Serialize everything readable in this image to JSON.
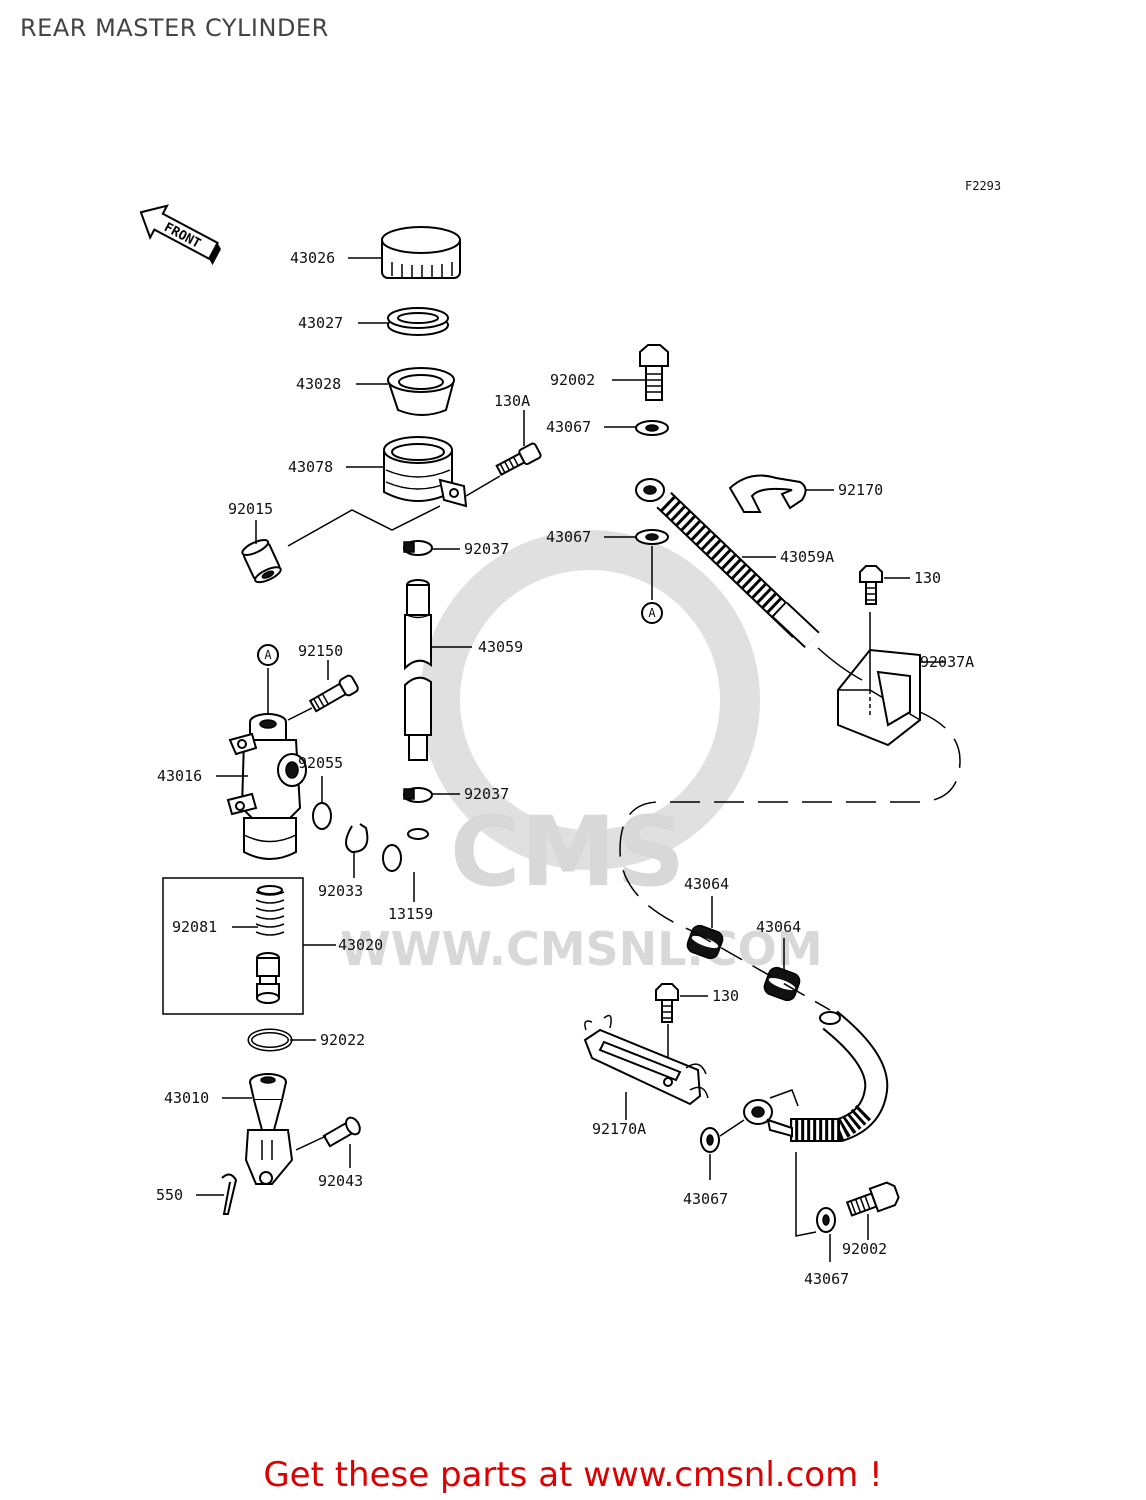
{
  "title": "REAR MASTER CYLINDER",
  "figure_code": "F2293",
  "front_arrow_label": "FRONT",
  "watermark": {
    "brand": "CMS",
    "url": "WWW.CMSNL.COM"
  },
  "connector_marker": "A",
  "parts": [
    {
      "id": "43026",
      "label": "43026"
    },
    {
      "id": "43027",
      "label": "43027"
    },
    {
      "id": "43028",
      "label": "43028"
    },
    {
      "id": "43078",
      "label": "43078"
    },
    {
      "id": "130A",
      "label": "130A"
    },
    {
      "id": "92015",
      "label": "92015"
    },
    {
      "id": "92037-top",
      "label": "92037"
    },
    {
      "id": "43059",
      "label": "43059"
    },
    {
      "id": "92037-bottom",
      "label": "92037"
    },
    {
      "id": "92002-top",
      "label": "92002"
    },
    {
      "id": "43067-upper",
      "label": "43067"
    },
    {
      "id": "43067-lower",
      "label": "43067"
    },
    {
      "id": "92170",
      "label": "92170"
    },
    {
      "id": "43059A",
      "label": "43059A"
    },
    {
      "id": "130-right",
      "label": "130"
    },
    {
      "id": "92037A",
      "label": "92037A"
    },
    {
      "id": "92150",
      "label": "92150"
    },
    {
      "id": "43016",
      "label": "43016"
    },
    {
      "id": "92055",
      "label": "92055"
    },
    {
      "id": "92033",
      "label": "92033"
    },
    {
      "id": "13159",
      "label": "13159"
    },
    {
      "id": "92081",
      "label": "92081"
    },
    {
      "id": "43020",
      "label": "43020"
    },
    {
      "id": "92022",
      "label": "92022"
    },
    {
      "id": "43010",
      "label": "43010"
    },
    {
      "id": "92043",
      "label": "92043"
    },
    {
      "id": "550",
      "label": "550"
    },
    {
      "id": "43064-left",
      "label": "43064"
    },
    {
      "id": "43064-right",
      "label": "43064"
    },
    {
      "id": "130-bottom",
      "label": "130"
    },
    {
      "id": "92170A",
      "label": "92170A"
    },
    {
      "id": "43067-bottom-left",
      "label": "43067"
    },
    {
      "id": "43067-bottom-right",
      "label": "43067"
    },
    {
      "id": "92002-bottom",
      "label": "92002"
    }
  ],
  "footer": "Get these parts at www.cmsnl.com !",
  "colors": {
    "footer": "#dd0000",
    "title": "#444444",
    "watermark": "#d4d4d4",
    "line": "#000000"
  }
}
